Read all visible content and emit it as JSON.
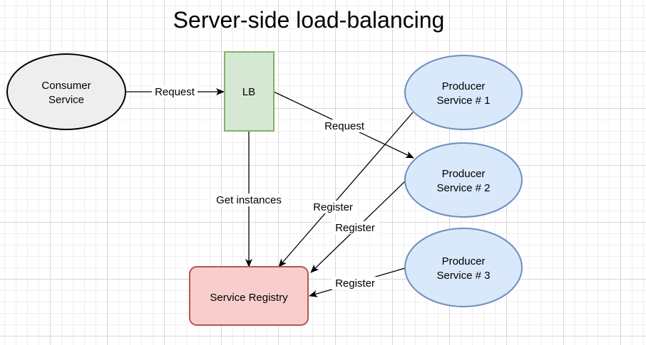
{
  "title": "Server-side load-balancing",
  "nodes": {
    "consumer": {
      "line1": "Consumer",
      "line2": "Service"
    },
    "lb": {
      "label": "LB"
    },
    "producer1": {
      "line1": "Producer",
      "line2": "Service # 1"
    },
    "producer2": {
      "line1": "Producer",
      "line2": "Service # 2"
    },
    "producer3": {
      "line1": "Producer",
      "line2": "Service # 3"
    },
    "registry": {
      "label": "Service Registry"
    }
  },
  "edges": {
    "consumer_to_lb": "Request",
    "lb_to_producer2": "Request",
    "lb_to_registry": "Get instances",
    "producer1_to_registry": "Register",
    "producer2_to_registry": "Register",
    "producer3_to_registry": "Register"
  },
  "colors": {
    "consumer_fill": "#eeeeee",
    "lb_fill": "#d5e8d4",
    "lb_stroke": "#82b366",
    "producer_fill": "#dae8fc",
    "producer_stroke": "#6c8ebf",
    "registry_fill": "#f8cecc",
    "registry_stroke": "#b85450"
  }
}
